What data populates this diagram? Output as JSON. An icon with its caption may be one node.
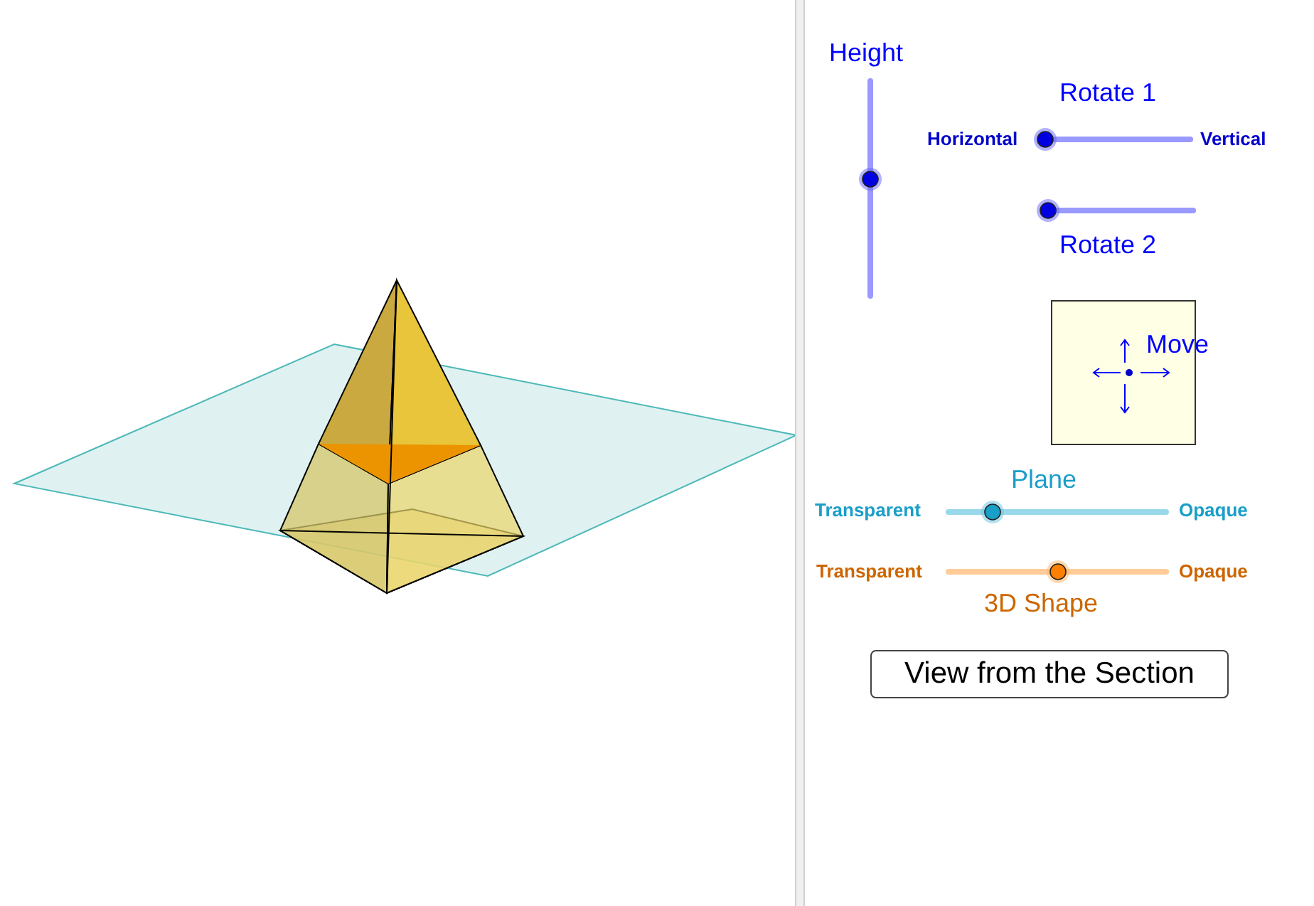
{
  "diagram": {
    "labels": [
      "Height",
      "Rotate 1",
      "Horizontal",
      "Vertical",
      "Rotate 2",
      "Move",
      "Plane",
      "Transparent",
      "Opaque",
      "Transparent",
      "Opaque",
      "3D Shape",
      "View from the Section"
    ]
  }
}
